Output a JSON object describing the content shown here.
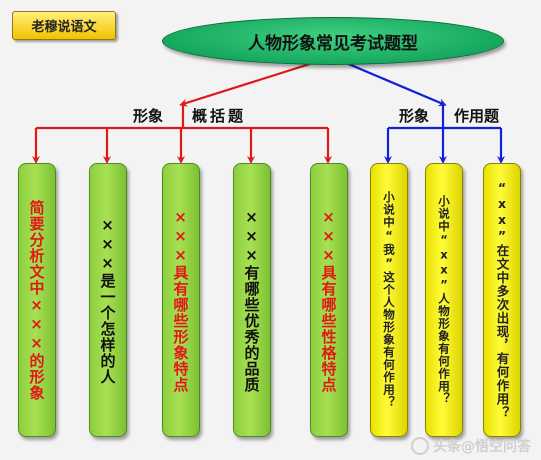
{
  "tag": "老穆说语文",
  "title": "人物形象常见考试题型",
  "branches": {
    "left_a": "形象",
    "left_b": "概括题",
    "right_a": "形象",
    "right_b": "作用题"
  },
  "nodes": [
    {
      "text": "简要分析文中×××的形象"
    },
    {
      "text": "×××是一个怎样的人"
    },
    {
      "text": "×××具有哪些形象特点"
    },
    {
      "text": "×××有哪些优秀的品质"
    },
    {
      "text": "×××具有哪些性格特点"
    },
    {
      "text": "小说中“我”这个人物形象有何作用？"
    },
    {
      "text": "小说中“xx”人物形象有何作用？"
    },
    {
      "text": "“xx”在文中多次出现，有何作用？"
    }
  ],
  "colors": {
    "left_connector": "#e01818",
    "right_connector": "#1420d8",
    "red_text": "#e01818"
  },
  "watermark": "头条@悟空问答"
}
